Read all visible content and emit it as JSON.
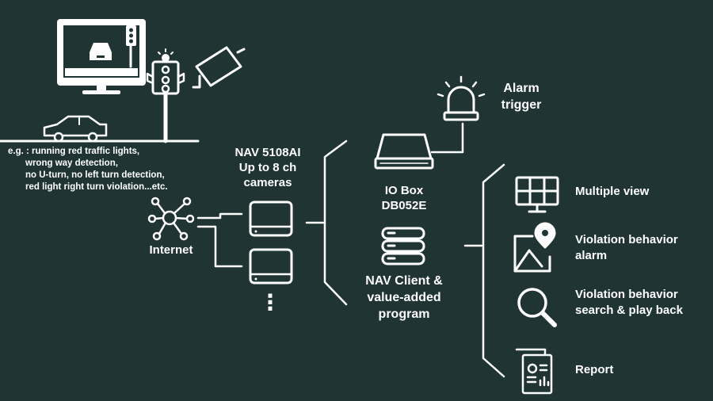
{
  "colors": {
    "background": "#1f3433",
    "foreground": "#ffffff"
  },
  "example_text": [
    "e.g. : running red traffic lights,",
    "wrong way detection,",
    "no U-turn, no left turn detection,",
    "red light right turn violation...etc."
  ],
  "nav_device": {
    "line1": "NAV 5108AI",
    "line2": "Up to 8 ch",
    "line3": "cameras"
  },
  "internet_label": "Internet",
  "more_indicator": "⋮",
  "io_box": {
    "line1": "IO Box",
    "line2": "DB052E"
  },
  "alarm": {
    "line1": "Alarm",
    "line2": "trigger"
  },
  "client": {
    "line1": "NAV Client &",
    "line2": "value-added",
    "line3": "program"
  },
  "features": [
    {
      "icon": "grid-view-icon",
      "line1": "Multiple view",
      "line2": ""
    },
    {
      "icon": "map-pin-icon",
      "line1": "Violation behavior",
      "line2": "alarm"
    },
    {
      "icon": "magnifier-icon",
      "line1": "Violation behavior",
      "line2": "search & play back"
    },
    {
      "icon": "report-document-icon",
      "line1": "Report",
      "line2": ""
    }
  ]
}
